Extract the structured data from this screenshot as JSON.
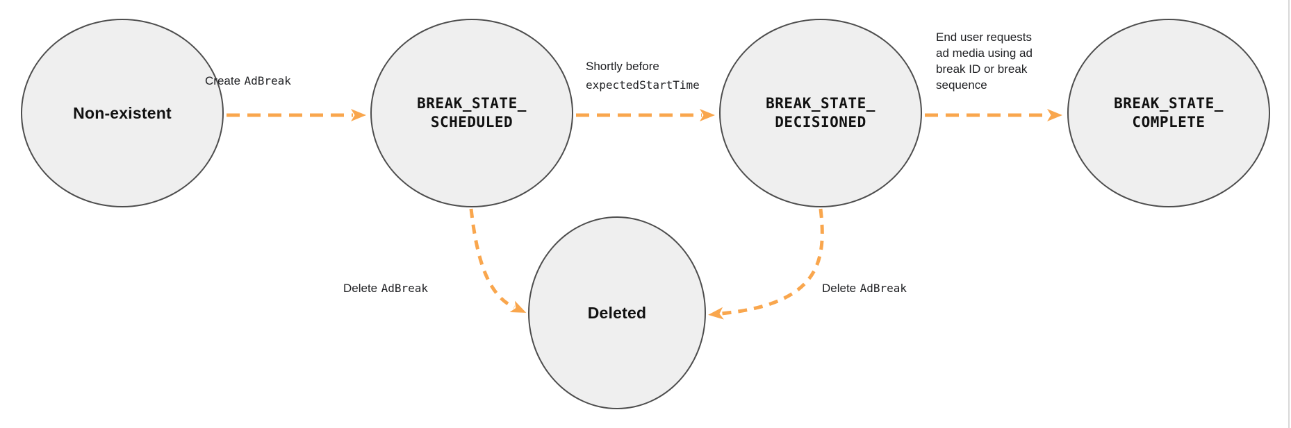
{
  "colors": {
    "node_fill": "#EFEFEF",
    "node_border": "#4D4D4D",
    "arrow_orange": "#F9A64D",
    "text": "#1A1A1A",
    "page_edge_line": "#D8D8D8"
  },
  "nodes": {
    "non_existent": {
      "label": "Non-existent"
    },
    "scheduled": {
      "line1": "BREAK_STATE_",
      "line2": "SCHEDULED"
    },
    "decisioned": {
      "line1": "BREAK_STATE_",
      "line2": "DECISIONED"
    },
    "complete": {
      "line1": "BREAK_STATE_",
      "line2": "COMPLETE"
    },
    "deleted": {
      "label": "Deleted"
    }
  },
  "edge_labels": {
    "create": {
      "text": "Create",
      "code": "AdBreak"
    },
    "shortly_before": {
      "text": "Shortly before",
      "code": "expectedStartTime"
    },
    "end_user": {
      "lines": [
        "End user requests",
        "ad media using ad",
        "break ID or break",
        "sequence"
      ]
    },
    "delete_from_scheduled": {
      "text": "Delete",
      "code": "AdBreak"
    },
    "delete_from_decisioned": {
      "text": "Delete",
      "code": "AdBreak"
    }
  }
}
